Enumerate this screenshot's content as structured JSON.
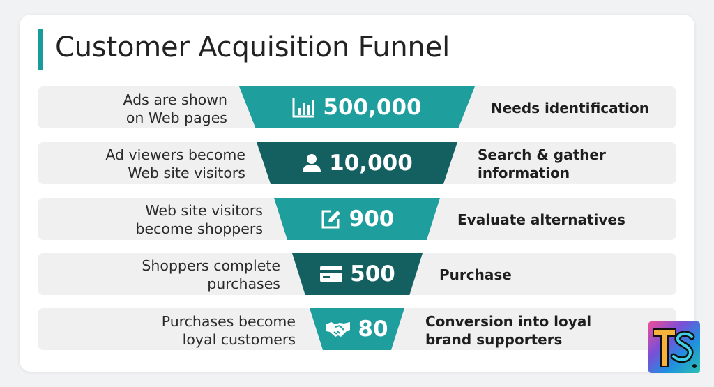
{
  "title": "Customer Acquisition Funnel",
  "colors": {
    "teal": "#1f9e9e",
    "dark_teal": "#145f5f",
    "accent_bar": "#1a9a9a"
  },
  "rows": [
    {
      "left_line1": "Ads are shown",
      "left_line2": "on Web pages",
      "value": "500,000",
      "icon": "bar-chart-icon",
      "right_line1": "Needs identification",
      "right_line2": ""
    },
    {
      "left_line1": "Ad viewers become",
      "left_line2": "Web site visitors",
      "value": "10,000",
      "icon": "person-icon",
      "right_line1": "Search & gather",
      "right_line2": "information"
    },
    {
      "left_line1": "Web site visitors",
      "left_line2": "become shoppers",
      "value": "900",
      "icon": "edit-icon",
      "right_line1": "Evaluate alternatives",
      "right_line2": ""
    },
    {
      "left_line1": "Shoppers complete",
      "left_line2": "purchases",
      "value": "500",
      "icon": "credit-card-icon",
      "right_line1": "Purchase",
      "right_line2": ""
    },
    {
      "left_line1": "Purchases become",
      "left_line2": "loyal customers",
      "value": "80",
      "icon": "handshake-icon",
      "right_line1": "Conversion into loyal",
      "right_line2": "brand supporters"
    }
  ],
  "logo": {
    "text": "TS",
    "icon": "ts-logo-icon"
  }
}
